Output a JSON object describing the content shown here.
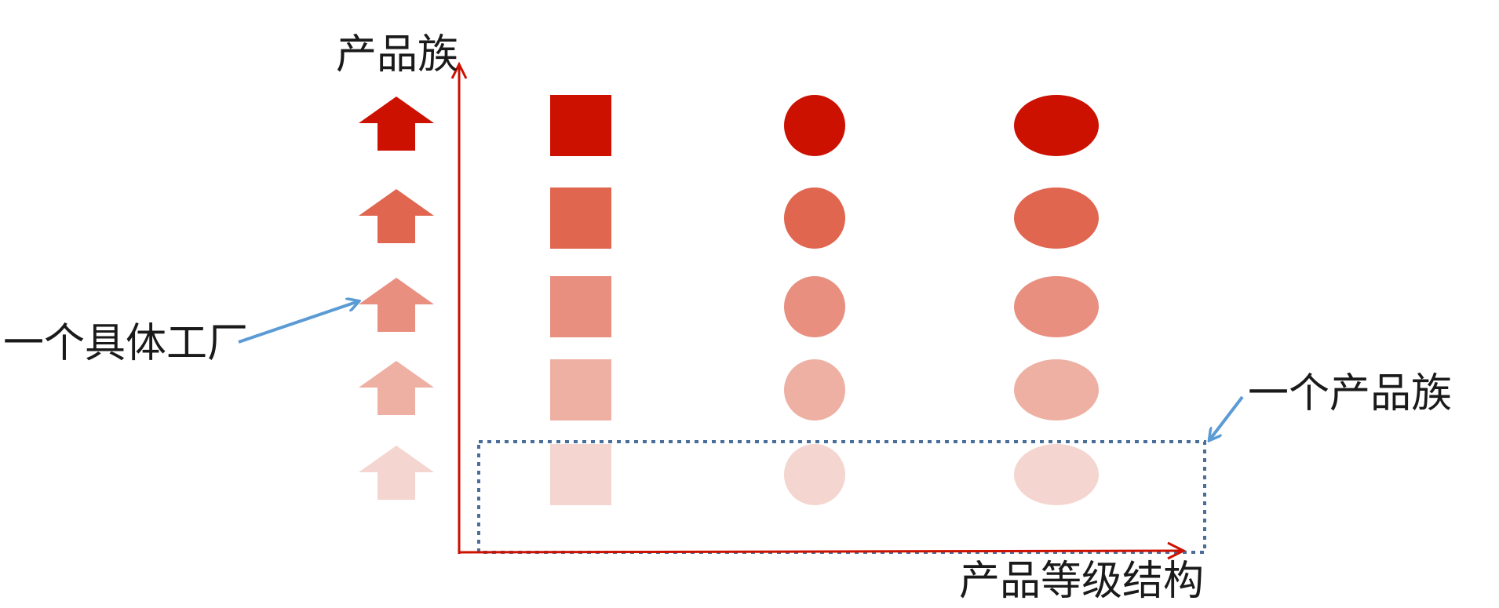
{
  "labels": {
    "y_axis": "产品族",
    "x_axis": "产品等级结构",
    "factory_callout": "一个具体工厂",
    "family_callout": "一个产品族"
  },
  "colors": {
    "axis": "#cc1100",
    "callout_arrow": "#5b9bd5",
    "family_box": "#4a6e9a",
    "text": "#1a1a1a"
  },
  "grid": {
    "rows": 5,
    "row_fills": [
      "#cc1100",
      "#e06650",
      "#e88f80",
      "#eeb0a3",
      "#f5d5cf"
    ],
    "factory_shape": "up-arrow",
    "product_shapes": [
      "square",
      "circle",
      "ellipse"
    ]
  },
  "highlight": {
    "factory_row": 3,
    "family_row": 5
  }
}
